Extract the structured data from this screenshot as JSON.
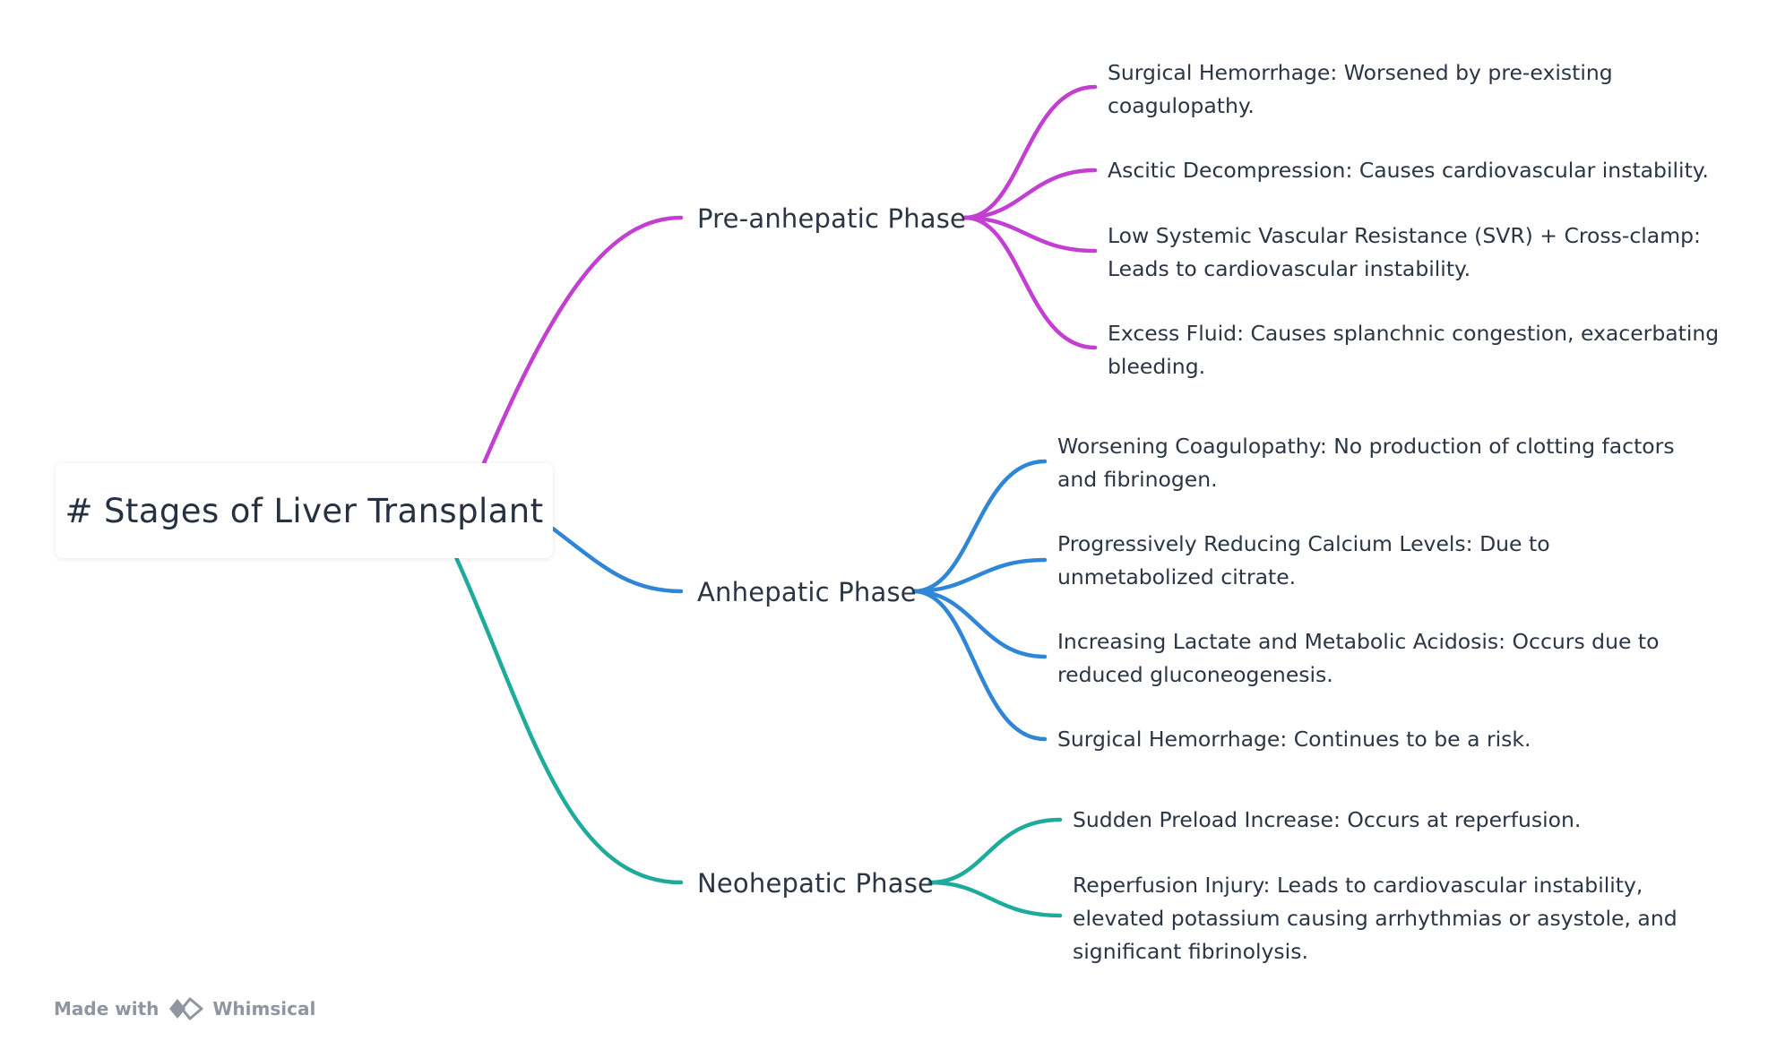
{
  "root": {
    "label": "# Stages of Liver Transplant"
  },
  "colors": {
    "pre": "#c23fd1",
    "anhepatic": "#2f86d6",
    "neohepatic": "#1eab9c"
  },
  "phases": [
    {
      "label": "Pre-anhepatic Phase",
      "items": [
        "Surgical Hemorrhage: Worsened by pre-existing coagulopathy.",
        "Ascitic Decompression: Causes cardiovascular instability.",
        "Low Systemic Vascular Resistance (SVR) + Cross-clamp: Leads to cardiovascular instability.",
        "Excess Fluid: Causes splanchnic congestion, exacerbating bleeding."
      ]
    },
    {
      "label": "Anhepatic Phase",
      "items": [
        "Worsening Coagulopathy: No production of clotting factors and fibrinogen.",
        "Progressively Reducing Calcium Levels: Due to unmetabolized citrate.",
        "Increasing Lactate and Metabolic Acidosis: Occurs due to reduced gluconeogenesis.",
        "Surgical Hemorrhage: Continues to be a risk."
      ]
    },
    {
      "label": "Neohepatic Phase",
      "items": [
        "Sudden Preload Increase: Occurs at reperfusion.",
        "Reperfusion Injury: Leads to cardiovascular instability, elevated potassium causing arrhythmias or asystole, and significant fibrinolysis."
      ]
    }
  ],
  "footer": {
    "made_with": "Made with",
    "brand": "Whimsical"
  }
}
